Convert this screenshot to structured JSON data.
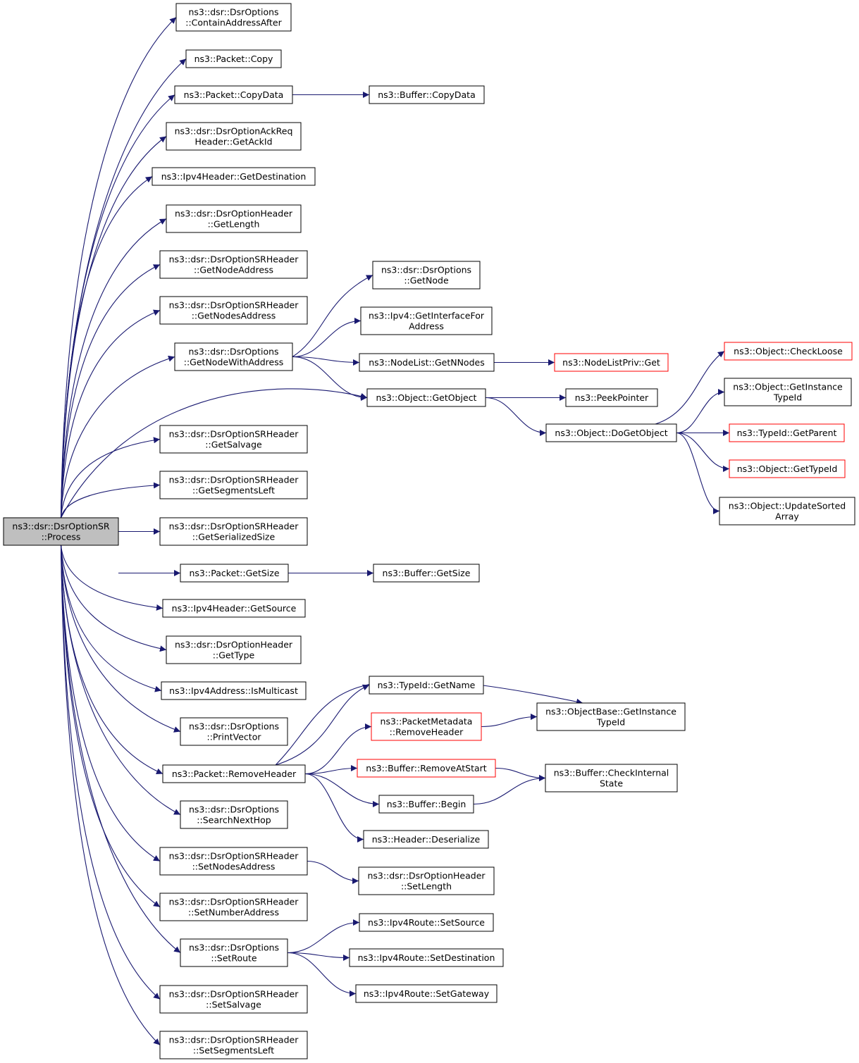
{
  "colors": {
    "edge": "#191970",
    "border": "#000000",
    "truncated_border": "#ff0000",
    "root_fill": "#bfbfbf",
    "node_fill": "#ffffff"
  },
  "nodes": {
    "root": [
      "ns3::dsr::DsrOptionSR",
      "::Process"
    ],
    "containAddressAfter": [
      "ns3::dsr::DsrOptions",
      "::ContainAddressAfter"
    ],
    "packetCopy": [
      "ns3::Packet::Copy"
    ],
    "packetCopyData": [
      "ns3::Packet::CopyData"
    ],
    "bufferCopyData": [
      "ns3::Buffer::CopyData"
    ],
    "getAckId": [
      "ns3::dsr::DsrOptionAckReq",
      "Header::GetAckId"
    ],
    "getDestination": [
      "ns3::Ipv4Header::GetDestination"
    ],
    "getLength": [
      "ns3::dsr::DsrOptionHeader",
      "::GetLength"
    ],
    "getNodeAddress": [
      "ns3::dsr::DsrOptionSRHeader",
      "::GetNodeAddress"
    ],
    "getNodesAddress": [
      "ns3::dsr::DsrOptionSRHeader",
      "::GetNodesAddress"
    ],
    "getNode": [
      "ns3::dsr::DsrOptions",
      "::GetNode"
    ],
    "getInterfaceForAddress": [
      "ns3::Ipv4::GetInterfaceFor",
      "Address"
    ],
    "getNodeWithAddress": [
      "ns3::dsr::DsrOptions",
      "::GetNodeWithAddress"
    ],
    "getNNodes": [
      "ns3::NodeList::GetNNodes"
    ],
    "nodeListPrivGet": [
      "ns3::NodeListPriv::Get"
    ],
    "getObject": [
      "ns3::Object::GetObject"
    ],
    "peekPointer": [
      "ns3::PeekPointer"
    ],
    "doGetObject": [
      "ns3::Object::DoGetObject"
    ],
    "checkLoose": [
      "ns3::Object::CheckLoose"
    ],
    "getInstanceTypeIdObj": [
      "ns3::Object::GetInstance",
      "TypeId"
    ],
    "getParent": [
      "ns3::TypeId::GetParent"
    ],
    "getTypeId": [
      "ns3::Object::GetTypeId"
    ],
    "updateSortedArray": [
      "ns3::Object::UpdateSorted",
      "Array"
    ],
    "getSalvage": [
      "ns3::dsr::DsrOptionSRHeader",
      "::GetSalvage"
    ],
    "getSegmentsLeft": [
      "ns3::dsr::DsrOptionSRHeader",
      "::GetSegmentsLeft"
    ],
    "getSerializedSize": [
      "ns3::dsr::DsrOptionSRHeader",
      "::GetSerializedSize"
    ],
    "packetGetSize": [
      "ns3::Packet::GetSize"
    ],
    "bufferGetSize": [
      "ns3::Buffer::GetSize"
    ],
    "getSource": [
      "ns3::Ipv4Header::GetSource"
    ],
    "getType": [
      "ns3::dsr::DsrOptionHeader",
      "::GetType"
    ],
    "isMulticast": [
      "ns3::Ipv4Address::IsMulticast"
    ],
    "printVector": [
      "ns3::dsr::DsrOptions",
      "::PrintVector"
    ],
    "removeHeader": [
      "ns3::Packet::RemoveHeader"
    ],
    "getName": [
      "ns3::TypeId::GetName"
    ],
    "metaRemoveHeader": [
      "ns3::PacketMetadata",
      "::RemoveHeader"
    ],
    "objBaseGetInstanceTypeId": [
      "ns3::ObjectBase::GetInstance",
      "TypeId"
    ],
    "removeAtStart": [
      "ns3::Buffer::RemoveAtStart"
    ],
    "checkInternalState": [
      "ns3::Buffer::CheckInternal",
      "State"
    ],
    "bufferBegin": [
      "ns3::Buffer::Begin"
    ],
    "deserialize": [
      "ns3::Header::Deserialize"
    ],
    "searchNextHop": [
      "ns3::dsr::DsrOptions",
      "::SearchNextHop"
    ],
    "setNodesAddress": [
      "ns3::dsr::DsrOptionSRHeader",
      "::SetNodesAddress"
    ],
    "setLength": [
      "ns3::dsr::DsrOptionHeader",
      "::SetLength"
    ],
    "setNumberAddress": [
      "ns3::dsr::DsrOptionSRHeader",
      "::SetNumberAddress"
    ],
    "setRoute": [
      "ns3::dsr::DsrOptions",
      "::SetRoute"
    ],
    "setSource": [
      "ns3::Ipv4Route::SetSource"
    ],
    "setDestination": [
      "ns3::Ipv4Route::SetDestination"
    ],
    "setGateway": [
      "ns3::Ipv4Route::SetGateway"
    ],
    "setSalvage": [
      "ns3::dsr::DsrOptionSRHeader",
      "::SetSalvage"
    ],
    "setSegmentsLeft": [
      "ns3::dsr::DsrOptionSRHeader",
      "::SetSegmentsLeft"
    ]
  },
  "truncated": [
    "nodeListPrivGet",
    "checkLoose",
    "getParent",
    "getTypeId",
    "metaRemoveHeader",
    "removeAtStart"
  ],
  "edges": [
    [
      "root",
      "containAddressAfter"
    ],
    [
      "root",
      "packetCopy"
    ],
    [
      "root",
      "packetCopyData"
    ],
    [
      "root",
      "getAckId"
    ],
    [
      "root",
      "getDestination"
    ],
    [
      "root",
      "getLength"
    ],
    [
      "root",
      "getNodeAddress"
    ],
    [
      "root",
      "getNodesAddress"
    ],
    [
      "root",
      "getNodeWithAddress"
    ],
    [
      "root",
      "getObject"
    ],
    [
      "root",
      "getSalvage"
    ],
    [
      "root",
      "getSegmentsLeft"
    ],
    [
      "root",
      "getSerializedSize"
    ],
    [
      "root",
      "packetGetSize"
    ],
    [
      "root",
      "getSource"
    ],
    [
      "root",
      "getType"
    ],
    [
      "root",
      "isMulticast"
    ],
    [
      "root",
      "printVector"
    ],
    [
      "root",
      "removeHeader"
    ],
    [
      "root",
      "searchNextHop"
    ],
    [
      "root",
      "setNodesAddress"
    ],
    [
      "root",
      "setNumberAddress"
    ],
    [
      "root",
      "setRoute"
    ],
    [
      "root",
      "setSalvage"
    ],
    [
      "root",
      "setSegmentsLeft"
    ],
    [
      "packetCopyData",
      "bufferCopyData"
    ],
    [
      "getNodeWithAddress",
      "getNode"
    ],
    [
      "getNodeWithAddress",
      "getInterfaceForAddress"
    ],
    [
      "getNodeWithAddress",
      "getNNodes"
    ],
    [
      "getNodeWithAddress",
      "getObject"
    ],
    [
      "getNNodes",
      "nodeListPrivGet"
    ],
    [
      "getObject",
      "peekPointer"
    ],
    [
      "getObject",
      "doGetObject"
    ],
    [
      "doGetObject",
      "checkLoose"
    ],
    [
      "doGetObject",
      "getInstanceTypeIdObj"
    ],
    [
      "doGetObject",
      "getParent"
    ],
    [
      "doGetObject",
      "getTypeId"
    ],
    [
      "doGetObject",
      "updateSortedArray"
    ],
    [
      "packetGetSize",
      "bufferGetSize"
    ],
    [
      "removeHeader",
      "objBaseGetInstanceTypeId"
    ],
    [
      "removeHeader",
      "getName"
    ],
    [
      "removeHeader",
      "metaRemoveHeader"
    ],
    [
      "removeHeader",
      "removeAtStart"
    ],
    [
      "removeHeader",
      "bufferBegin"
    ],
    [
      "removeHeader",
      "deserialize"
    ],
    [
      "metaRemoveHeader",
      "objBaseGetInstanceTypeId"
    ],
    [
      "removeAtStart",
      "checkInternalState"
    ],
    [
      "bufferBegin",
      "checkInternalState"
    ],
    [
      "setNodesAddress",
      "setLength"
    ],
    [
      "setRoute",
      "setSource"
    ],
    [
      "setRoute",
      "setDestination"
    ],
    [
      "setRoute",
      "setGateway"
    ]
  ]
}
